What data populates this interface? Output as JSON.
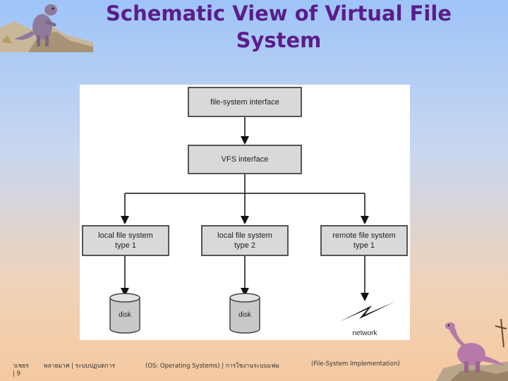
{
  "slide": {
    "title_line1": "Schematic View of Virtual File",
    "title_line2": "System"
  },
  "diagram": {
    "top_box": "file-system interface",
    "vfs_box": "VFS interface",
    "fs1_line1": "local file system",
    "fs1_line2": "type 1",
    "fs2_line1": "local file system",
    "fs2_line2": "type 2",
    "fs3_line1": "remote file system",
    "fs3_line2": "type 1",
    "disk1": "disk",
    "disk2": "disk",
    "network": "network"
  },
  "footer": {
    "col1": "วเชยร",
    "col2": "พลายมาศ | ระบบปฏบตการ",
    "col3": "(OS: Operating Systems) | การใชงานระบบแฟม",
    "col4": "(File-System Implementation)",
    "page": "| 9"
  }
}
